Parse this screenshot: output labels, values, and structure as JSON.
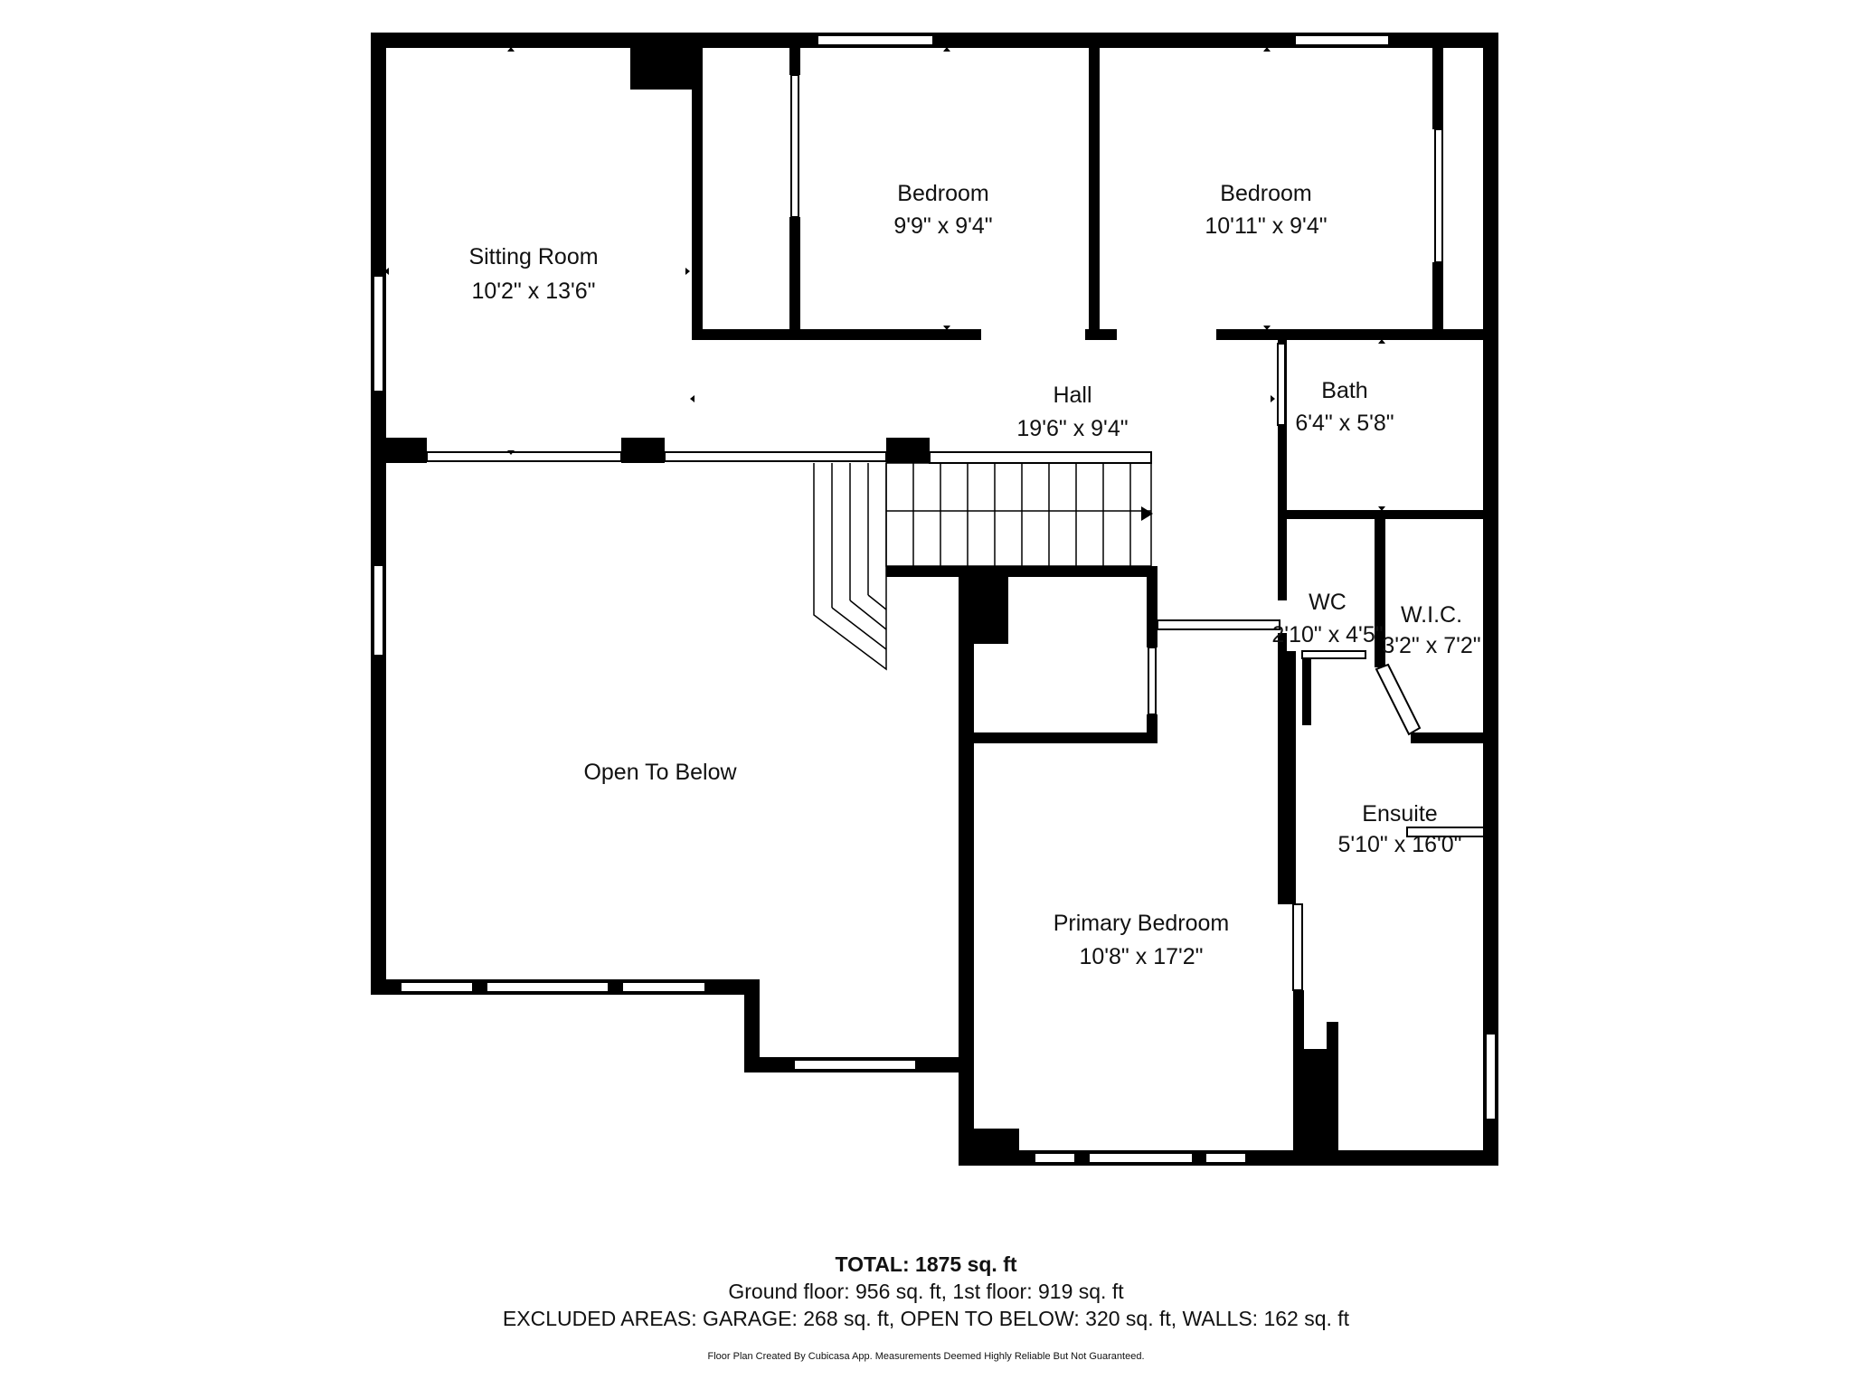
{
  "rooms": {
    "sitting_room": {
      "label": "Sitting Room",
      "dims": "10'2\" x 13'6\""
    },
    "bedroom_1": {
      "label": "Bedroom",
      "dims": "9'9\" x 9'4\""
    },
    "bedroom_2": {
      "label": "Bedroom",
      "dims": "10'11\" x 9'4\""
    },
    "hall": {
      "label": "Hall",
      "dims": "19'6\" x 9'4\""
    },
    "bath": {
      "label": "Bath",
      "dims": "6'4\" x 5'8\""
    },
    "wc": {
      "label": "WC",
      "dims": "2'10\" x 4'5\""
    },
    "wic": {
      "label": "W.I.C.",
      "dims": "3'2\" x 7'2\""
    },
    "open_to_below": {
      "label": "Open To Below"
    },
    "ensuite": {
      "label": "Ensuite",
      "dims": "5'10\" x 16'0\""
    },
    "primary_bedroom": {
      "label": "Primary Bedroom",
      "dims": "10'8\" x 17'2\""
    }
  },
  "summary": {
    "total": "TOTAL: 1875 sq. ft",
    "floors": "Ground floor: 956 sq. ft, 1st floor: 919 sq. ft",
    "excluded": "EXCLUDED AREAS: GARAGE: 268 sq. ft, OPEN TO BELOW: 320 sq. ft, WALLS: 162 sq. ft",
    "disclaimer": "Floor Plan Created By Cubicasa App. Measurements Deemed Highly Reliable But Not Guaranteed."
  }
}
